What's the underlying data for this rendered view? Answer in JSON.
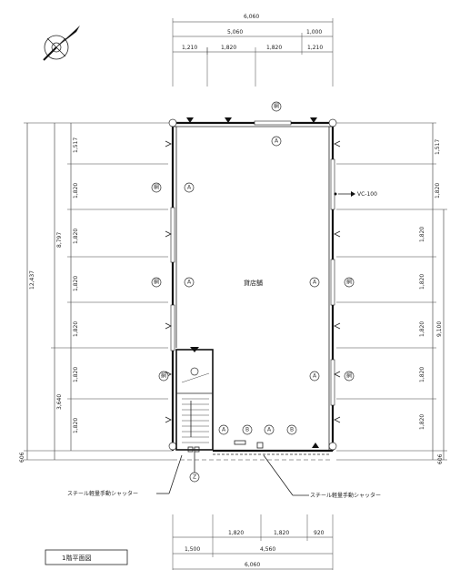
{
  "title": "1階平面図",
  "room_label": "貸店舗",
  "equipment_label": "VC-100",
  "shutter_label": "スチール軽量手動シャッター",
  "top_dimensions": {
    "total": "6,060",
    "sub_total": "5,060",
    "sub_right": "1,000",
    "spans": [
      "1,210",
      "1,820",
      "1,820",
      "1,210"
    ]
  },
  "bottom_dimensions": {
    "spans_upper": [
      "1,820",
      "1,820",
      "920"
    ],
    "spans_lower": [
      "1,500",
      "4,560"
    ],
    "total": "6,060"
  },
  "left_dimensions": {
    "total": "12,437",
    "upper_total": "8,797",
    "lower_total": "3,640",
    "bottom": "606",
    "spans": [
      "1,517",
      "1,820",
      "1,820",
      "1,820",
      "1,820",
      "1,820",
      "1,820"
    ]
  },
  "right_dimensions": {
    "total": "9,100",
    "bottom": "606",
    "spans": [
      "1,517",
      "1,820",
      "1,820",
      "1,820",
      "1,820",
      "1,820"
    ]
  },
  "markers": {
    "A": "A",
    "B": "B",
    "Z": "Z",
    "mesh": "網"
  }
}
